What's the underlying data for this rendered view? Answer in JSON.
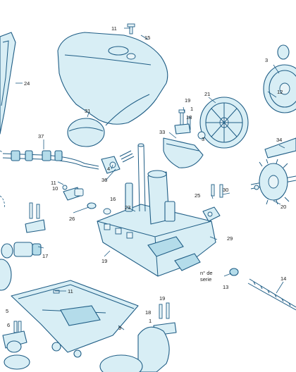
{
  "callouts": [
    {
      "id": "c11a",
      "text": "11"
    },
    {
      "id": "c15",
      "text": "15"
    },
    {
      "id": "c24",
      "text": "24"
    },
    {
      "id": "c3a",
      "text": "3"
    },
    {
      "id": "c12",
      "text": "12"
    },
    {
      "id": "c19a",
      "text": "19"
    },
    {
      "id": "c1a",
      "text": "1"
    },
    {
      "id": "c18a",
      "text": "18"
    },
    {
      "id": "c21",
      "text": "21"
    },
    {
      "id": "c31",
      "text": "31"
    },
    {
      "id": "c33",
      "text": "33"
    },
    {
      "id": "c3b",
      "text": "3"
    },
    {
      "id": "c34",
      "text": "34"
    },
    {
      "id": "c37",
      "text": "37"
    },
    {
      "id": "c4",
      "text": "4"
    },
    {
      "id": "c36",
      "text": "36"
    },
    {
      "id": "c11b",
      "text": "11"
    },
    {
      "id": "c10",
      "text": "10"
    },
    {
      "id": "c25",
      "text": "25"
    },
    {
      "id": "c30",
      "text": "30"
    },
    {
      "id": "c16",
      "text": "16"
    },
    {
      "id": "c20",
      "text": "20"
    },
    {
      "id": "c23",
      "text": "23"
    },
    {
      "id": "c26",
      "text": "26"
    },
    {
      "id": "c29",
      "text": "29"
    },
    {
      "id": "c17",
      "text": "17"
    },
    {
      "id": "c19b",
      "text": "19"
    },
    {
      "id": "c13",
      "text": "13"
    },
    {
      "id": "c14",
      "text": "14"
    },
    {
      "id": "cserie1",
      "text": "n° de"
    },
    {
      "id": "cserie2",
      "text": "serie"
    },
    {
      "id": "c11c",
      "text": "11"
    },
    {
      "id": "c19c",
      "text": "19"
    },
    {
      "id": "c18b",
      "text": "18"
    },
    {
      "id": "c1b",
      "text": "1"
    },
    {
      "id": "c9",
      "text": "9"
    },
    {
      "id": "c5",
      "text": "5"
    },
    {
      "id": "c6",
      "text": "6"
    }
  ]
}
